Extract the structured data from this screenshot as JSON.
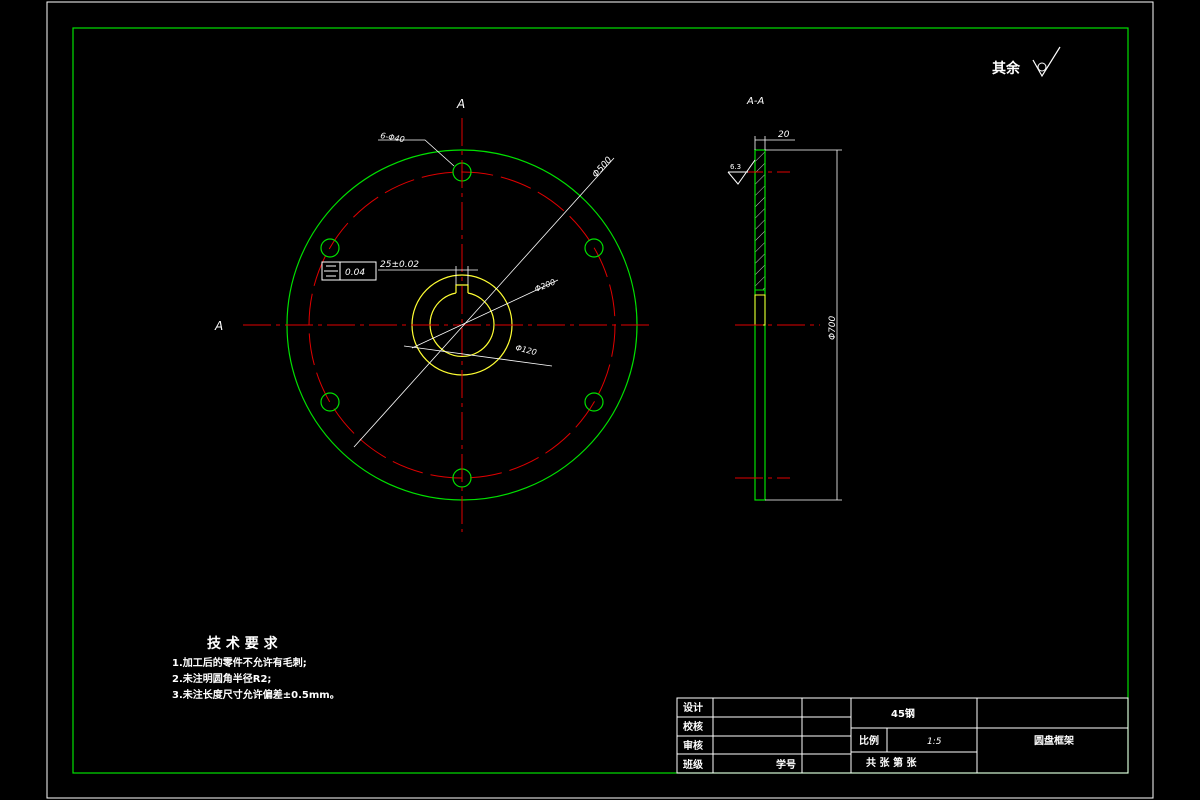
{
  "colors": {
    "background": "#000000",
    "outline": "#00e000",
    "centerline": "#e00000",
    "hub": "#ffff33",
    "dimension": "#ffffff"
  },
  "roughness_note": {
    "label": "其余"
  },
  "section": {
    "label_top": "A",
    "label_left": "A",
    "view_title": "A-A"
  },
  "front_view": {
    "holes_callout": "6-Φ40",
    "outer_dia": "Φ500",
    "pitch_dia": "Φ200",
    "bore_callout": "Φ120",
    "keyway_width": "25±0.02",
    "symmetry_tolerance": "0.04"
  },
  "side_view": {
    "thickness": "20",
    "roughness": "6.3",
    "height_dia": "Φ700"
  },
  "tech_requirements": {
    "title": "技 术 要 求",
    "items": [
      "1.加工后的零件不允许有毛刺;",
      "2.未注明圆角半径R2;",
      "3.未注长度尺寸允许偏差±0.5mm。"
    ]
  },
  "title_block": {
    "row_labels": [
      "设计",
      "校核",
      "审核",
      "班级"
    ],
    "student_no": "学号",
    "material": "45钢",
    "scale_label": "比例",
    "scale_value": "1:5",
    "sheets": "共  张  第  张",
    "part_name": "圆盘框架"
  }
}
